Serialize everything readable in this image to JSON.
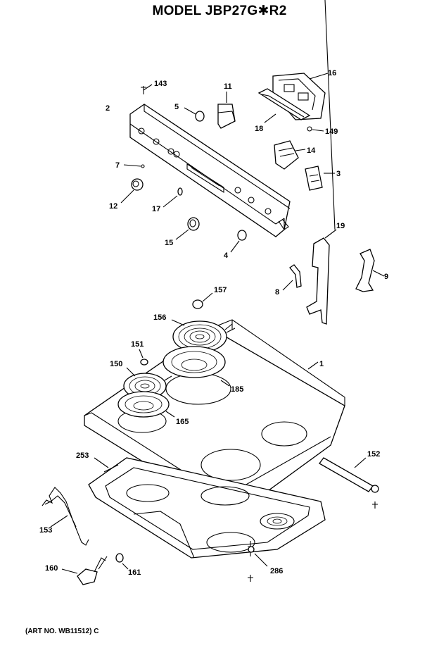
{
  "title": "MODEL JBP27G✱R2",
  "art_no": "(ART NO. WB11512) C",
  "callouts": {
    "p143": "143",
    "p11": "11",
    "p16": "16",
    "p2": "2",
    "p5": "5",
    "p18": "18",
    "p149": "149",
    "p14": "14",
    "p7": "7",
    "p3": "3",
    "p12": "12",
    "p17": "17",
    "p15": "15",
    "p4": "4",
    "p19": "19",
    "p9": "9",
    "p8": "8",
    "p157": "157",
    "p156": "156",
    "p151": "151",
    "p150": "150",
    "p1": "1",
    "p185": "185",
    "p165": "165",
    "p253": "253",
    "p152": "152",
    "p153": "153",
    "p160": "160",
    "p161": "161",
    "p286": "286"
  }
}
